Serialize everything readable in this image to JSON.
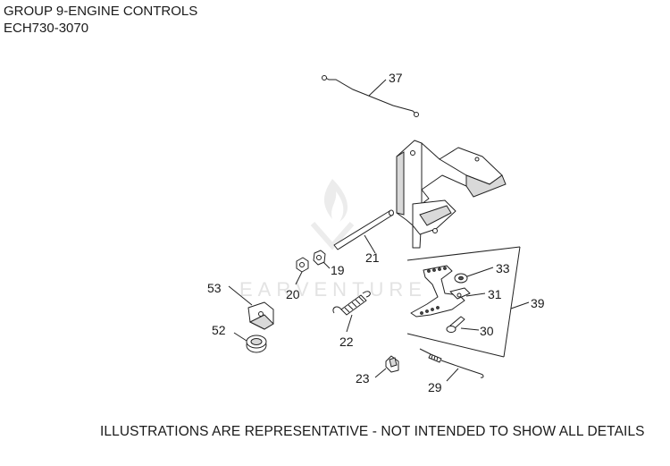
{
  "header": {
    "title": "GROUP 9-ENGINE CONTROLS",
    "model": "ECH730-3070"
  },
  "watermark": {
    "text": "EARVENTURE"
  },
  "callouts": {
    "p37": "37",
    "p21": "21",
    "p19": "19",
    "p20": "20",
    "p53": "53",
    "p52": "52",
    "p22": "22",
    "p33": "33",
    "p31": "31",
    "p39": "39",
    "p30": "30",
    "p23": "23",
    "p29": "29"
  },
  "footer": {
    "disclaimer": "ILLUSTRATIONS ARE REPRESENTATIVE - NOT INTENDED TO SHOW ALL DETAILS"
  }
}
